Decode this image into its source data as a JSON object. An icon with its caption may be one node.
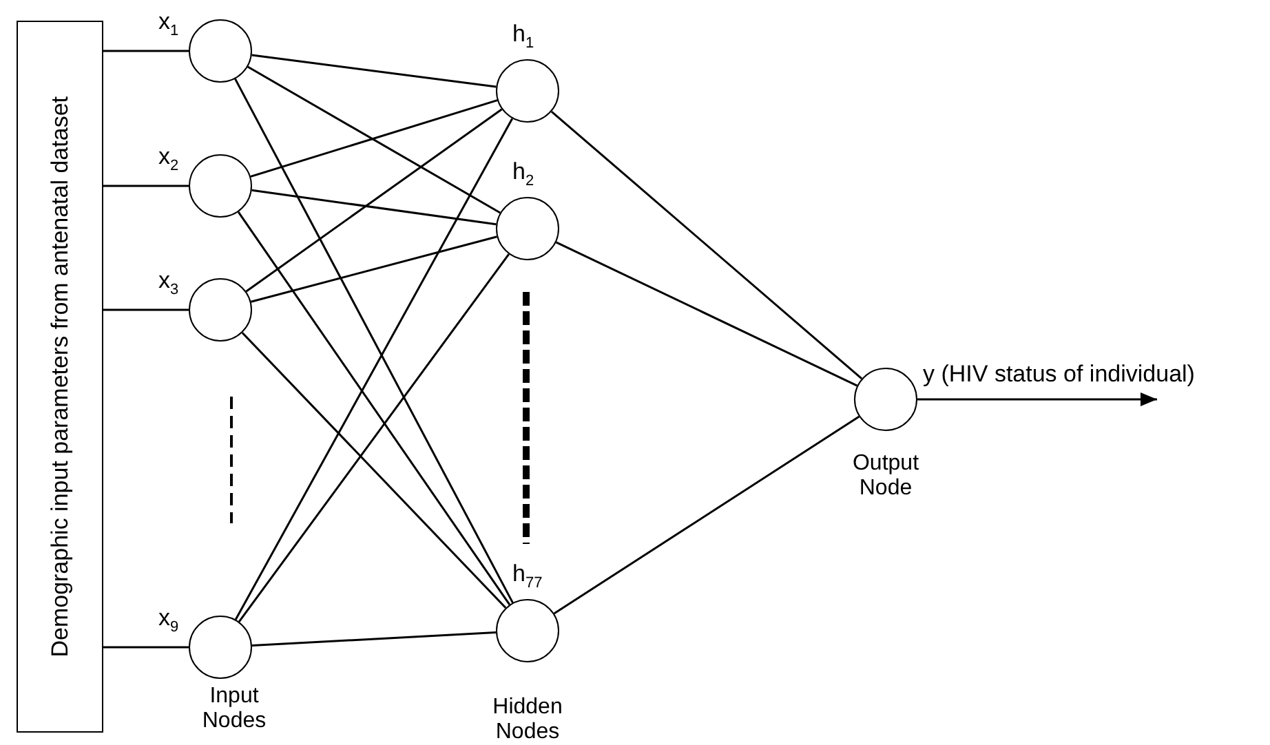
{
  "diagram": {
    "nodes": [
      {
        "text": [
          "Demographic input parameters from antenatal dataset"
        ]
      },
      {
        "text": [],
        "shape": "circle",
        "beside": [
          "x$_{1}$"
        ]
      },
      {
        "text": [],
        "shape": "circle",
        "beside": [
          "x$_{2}$"
        ]
      },
      {
        "text": [],
        "shape": "circle",
        "beside": [
          "x$_{3}$"
        ]
      },
      {
        "text": [],
        "shape": "circle",
        "beside": [
          "x$_{9}$"
        ]
      },
      {
        "text": [],
        "shape": "circle",
        "beside": [
          "h$_{1}$"
        ]
      },
      {
        "text": [],
        "shape": "circle",
        "beside": [
          "h$_{2}$"
        ]
      },
      {
        "text": [],
        "shape": "circle",
        "beside": [
          "h$_{77}$"
        ]
      },
      {
        "text": [],
        "shape": "circle"
      }
    ],
    "edges": [
      {
        "from": 0,
        "to": 1,
        "arrow": "none"
      },
      {
        "from": 0,
        "to": 2,
        "arrow": "none"
      },
      {
        "from": 0,
        "to": 3,
        "arrow": "none"
      },
      {
        "from": 0,
        "to": 4,
        "arrow": "none"
      },
      {
        "from": 1,
        "to": 5,
        "arrow": "none"
      },
      {
        "from": 1,
        "to": 6,
        "arrow": "none"
      },
      {
        "from": 1,
        "to": 7,
        "arrow": "none"
      },
      {
        "from": 2,
        "to": 5,
        "arrow": "none"
      },
      {
        "from": 2,
        "to": 6,
        "arrow": "none"
      },
      {
        "from": 2,
        "to": 7,
        "arrow": "none"
      },
      {
        "from": 3,
        "to": 5,
        "arrow": "none"
      },
      {
        "from": 3,
        "to": 6,
        "arrow": "none"
      },
      {
        "from": 3,
        "to": 7,
        "arrow": "none"
      },
      {
        "from": 4,
        "to": 5,
        "arrow": "none"
      },
      {
        "from": 4,
        "to": 6,
        "arrow": "none"
      },
      {
        "from": 4,
        "to": 7,
        "arrow": "none"
      },
      {
        "from": 5,
        "to": 8,
        "arrow": "none"
      },
      {
        "from": 6,
        "to": 8,
        "arrow": "none"
      },
      {
        "from": 7,
        "to": 8,
        "arrow": "none"
      },
      {
        "from": 8,
        "to": null,
        "arrow": "to",
        "label": "y (HIV status of individual)"
      }
    ],
    "labels": [
      "Input Nodes",
      "Hidden Nodes",
      "Output Node"
    ]
  }
}
